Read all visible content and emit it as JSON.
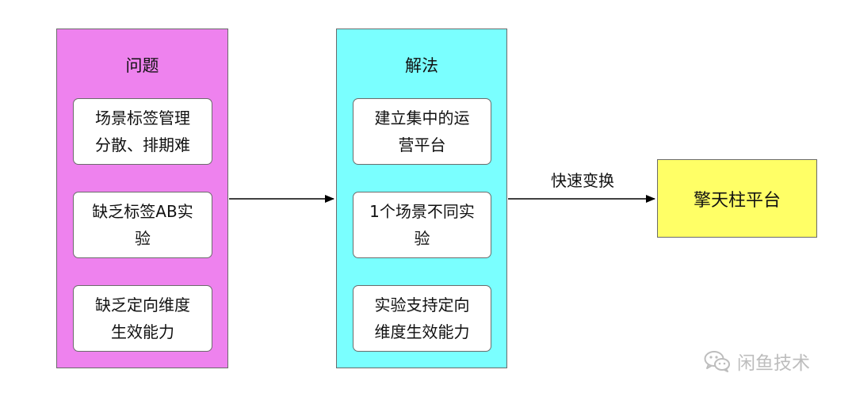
{
  "problems": {
    "title": "问题",
    "items": [
      {
        "lines": [
          "场景标签管理",
          "分散、排期难"
        ]
      },
      {
        "lines": [
          "缺乏标签AB实",
          "验"
        ]
      },
      {
        "lines": [
          "缺乏定向维度",
          "生效能力"
        ]
      }
    ]
  },
  "solutions": {
    "title": "解法",
    "items": [
      {
        "lines": [
          "建立集中的运",
          "营平台"
        ]
      },
      {
        "lines": [
          "1个场景不同实",
          "验"
        ]
      },
      {
        "lines": [
          "实验支持定向",
          "维度生效能力"
        ]
      }
    ]
  },
  "transition_label": "快速变换",
  "target": "擎天柱平台",
  "watermark": {
    "icon": "wechat-icon",
    "text": "闲鱼技术"
  },
  "colors": {
    "problems_fill": "#ee82ee",
    "solutions_fill": "#7affff",
    "target_fill": "#ffff66",
    "card_fill": "#ffffff",
    "border": "#6b6b6b"
  }
}
